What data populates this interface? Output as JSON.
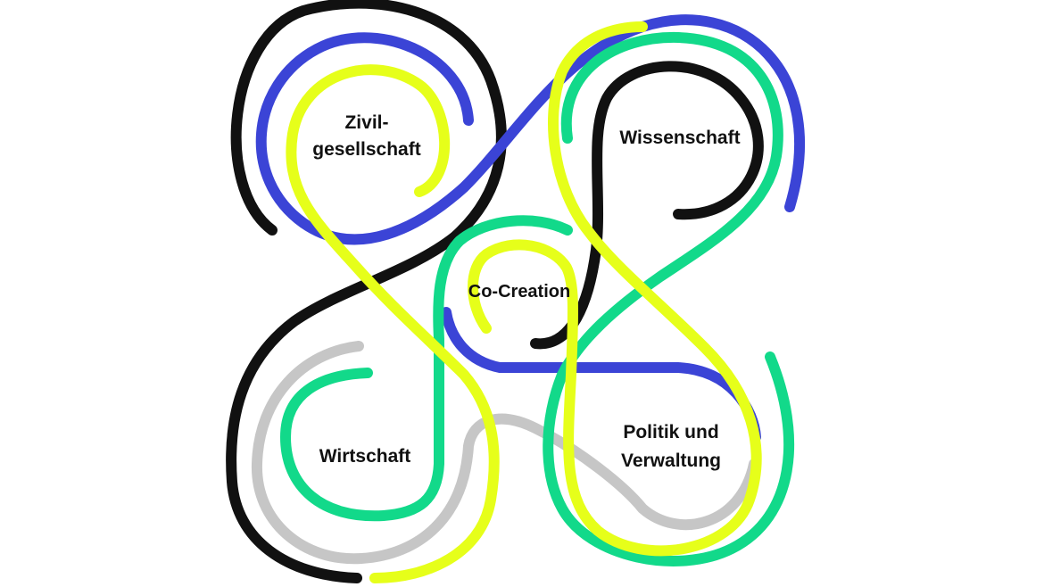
{
  "colors": {
    "black": "#111111",
    "blue": "#3b44d6",
    "yellow": "#e6ff1a",
    "green": "#12d98a",
    "grey": "#c6c6c6",
    "background": "#ffffff"
  },
  "labels": {
    "civil_society_line1": "Zivil-",
    "civil_society_line2": "gesellschaft",
    "science": "Wissenschaft",
    "co_creation": "Co-Creation",
    "economy": "Wirtschaft",
    "politics_line1": "Politik und",
    "politics_line2": "Verwaltung"
  }
}
